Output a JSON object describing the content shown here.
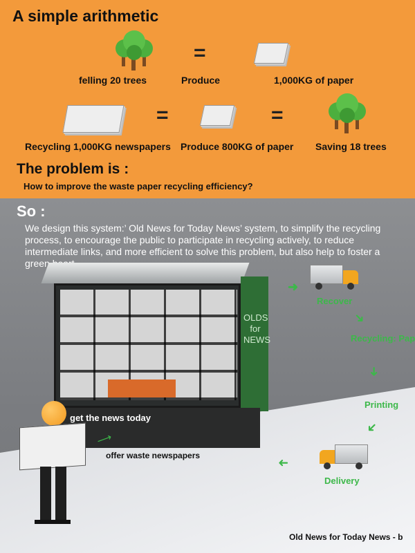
{
  "header": {
    "title": "A simple arithmetic"
  },
  "row1": {
    "trees_label": "felling 20 trees",
    "eq": "=",
    "produce_label": "Produce",
    "paper_label": "1,000KG of paper"
  },
  "row2": {
    "recycling_label": "Recycling 1,000KG newspapers",
    "eq1": "=",
    "produce_label": "Produce 800KG of paper",
    "eq2": "=",
    "saving_label": "Saving  18 trees"
  },
  "problem": {
    "heading": "The problem is :",
    "question": "How to improve the waste paper recycling efficiency?"
  },
  "so": {
    "heading": "So :",
    "text": "We design this system:’ Old News for Today News’ system, to simplify the recycling process, to encourage the public to participate in recycling actively, to reduce intermediate links, and more efficient to solve this problem, but also help to foster a green heart."
  },
  "kiosk": {
    "side_label": "OLDS for NEWS"
  },
  "cycle": {
    "recover": "Recover",
    "recycling": "Recycling: Papermaking",
    "printing": "Printing",
    "delivery": "Delivery"
  },
  "person": {
    "get_news": "get the news today",
    "offer_waste": "offer waste newspapers"
  },
  "footer": {
    "caption": "Old News for Today News - b"
  },
  "colors": {
    "orange": "#f39a3b",
    "green": "#3db84a",
    "gray": "#8d8f92"
  }
}
